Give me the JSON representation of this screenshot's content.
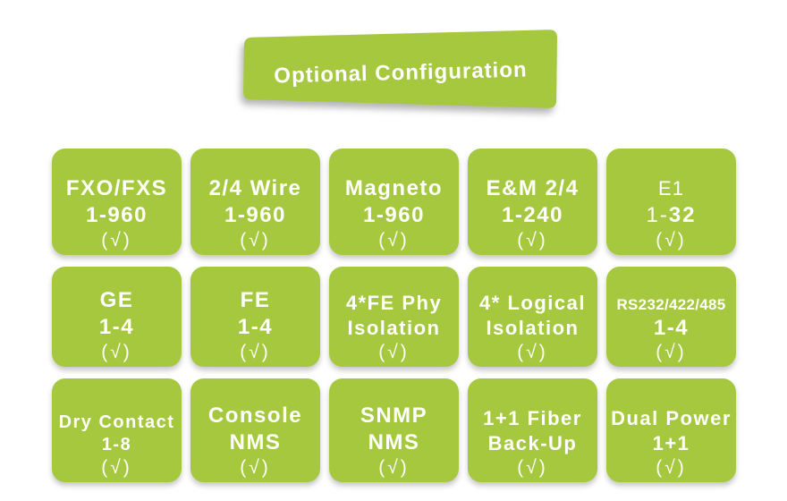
{
  "colors": {
    "green": "#a6c83e",
    "text": "#ffffff"
  },
  "header": {
    "title": "Optional Configuration"
  },
  "cards": [
    {
      "name": "fxo-fxs",
      "line1": "FXO/FXS",
      "line2": "1-960",
      "check": "(√)"
    },
    {
      "name": "2-4-wire",
      "line1": "2/4 Wire",
      "line2": "1-960",
      "check": "(√)"
    },
    {
      "name": "magneto",
      "line1": "Magneto",
      "line2": "1-960",
      "check": "(√)"
    },
    {
      "name": "em-2-4",
      "line1": "E&M 2/4",
      "line2": "1-240",
      "check": "(√)"
    },
    {
      "name": "e1",
      "line1": "E1",
      "line2_prefix": "1-",
      "line2_bold": "32",
      "check": "(√)"
    },
    {
      "name": "ge",
      "line1": "GE",
      "line2": "1-4",
      "check": "(√)"
    },
    {
      "name": "fe",
      "line1": "FE",
      "line2": "1-4",
      "check": "(√)"
    },
    {
      "name": "4-fe-phy-isolation",
      "line1": "4*FE Phy",
      "line2": "Isolation",
      "check": "(√)"
    },
    {
      "name": "4-logical-isolation",
      "line1": "4* Logical",
      "line2": "Isolation",
      "check": "(√)"
    },
    {
      "name": "rs232-422-485",
      "line1": "RS232/422/485",
      "line2": "1-4",
      "check": "(√)"
    },
    {
      "name": "dry-contact",
      "line1": "Dry Contact",
      "line2": "1-8",
      "check": "(√)"
    },
    {
      "name": "console-nms",
      "line1": "Console",
      "line2": "NMS",
      "check": "(√)"
    },
    {
      "name": "snmp-nms",
      "line1": "SNMP",
      "line2": "NMS",
      "check": "(√)"
    },
    {
      "name": "fiber-backup",
      "line1": "1+1 Fiber",
      "line2": "Back-Up",
      "check": "(√)"
    },
    {
      "name": "dual-power",
      "line1": "Dual Power",
      "line2": "1+1",
      "check": "(√)"
    }
  ]
}
